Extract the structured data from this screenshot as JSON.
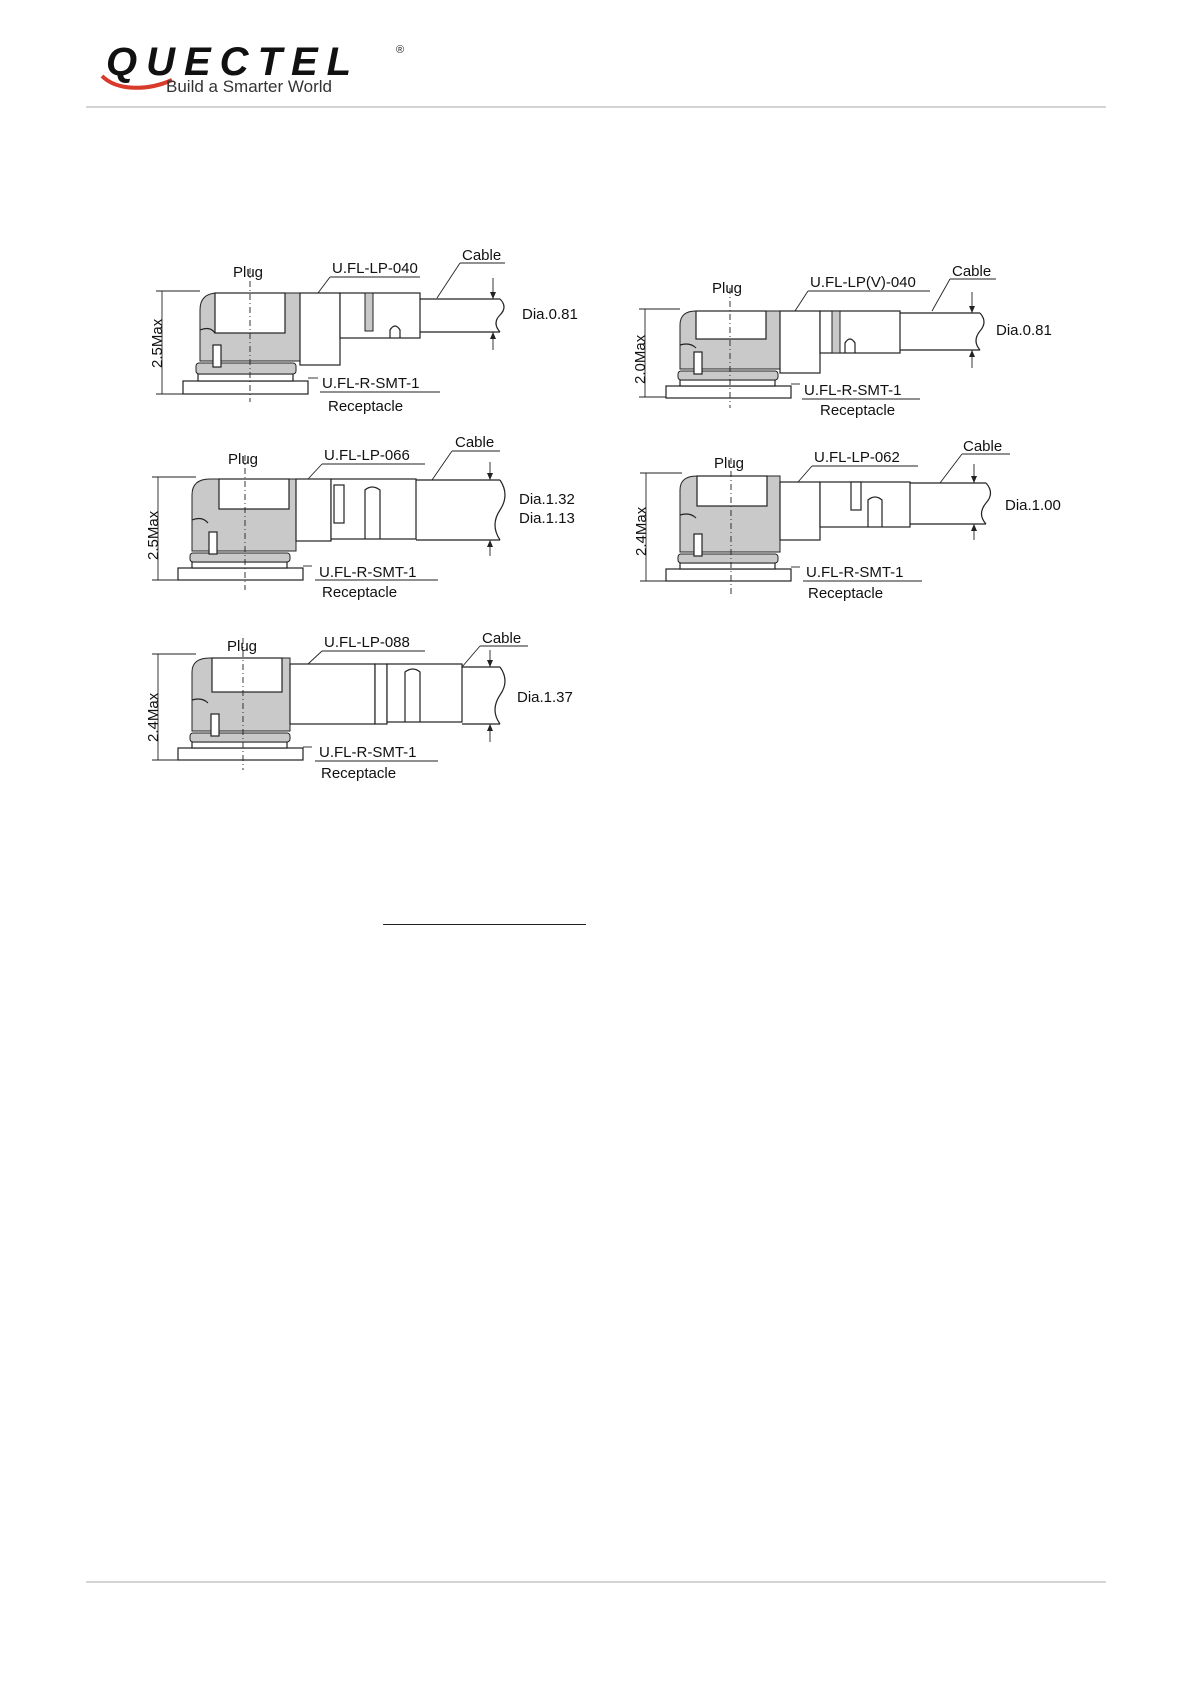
{
  "header": {
    "logo_text": "QUECTEL",
    "logo_registered": "®",
    "tagline": "Build a Smarter World"
  },
  "figures": [
    {
      "height_label": "2.5Max",
      "plug_label": "Plug",
      "part_label": "U.FL-LP-040",
      "cable_label": "Cable",
      "diameter_labels": [
        "Dia.0.81"
      ],
      "receptacle_part": "U.FL-R-SMT-1",
      "receptacle_label": "Receptacle"
    },
    {
      "height_label": "2.0Max",
      "plug_label": "Plug",
      "part_label": "U.FL-LP(V)-040",
      "cable_label": "Cable",
      "diameter_labels": [
        "Dia.0.81"
      ],
      "receptacle_part": "U.FL-R-SMT-1",
      "receptacle_label": "Receptacle"
    },
    {
      "height_label": "2.5Max",
      "plug_label": "Plug",
      "part_label": "U.FL-LP-066",
      "cable_label": "Cable",
      "diameter_labels": [
        "Dia.1.32",
        "Dia.1.13"
      ],
      "receptacle_part": "U.FL-R-SMT-1",
      "receptacle_label": "Receptacle"
    },
    {
      "height_label": "2.4Max",
      "plug_label": "Plug",
      "part_label": "U.FL-LP-062",
      "cable_label": "Cable",
      "diameter_labels": [
        "Dia.1.00"
      ],
      "receptacle_part": "U.FL-R-SMT-1",
      "receptacle_label": "Receptacle"
    },
    {
      "height_label": "2.4Max",
      "plug_label": "Plug",
      "part_label": "U.FL-LP-088",
      "cable_label": "Cable",
      "diameter_labels": [
        "Dia.1.37"
      ],
      "receptacle_part": "U.FL-R-SMT-1",
      "receptacle_label": "Receptacle"
    }
  ]
}
